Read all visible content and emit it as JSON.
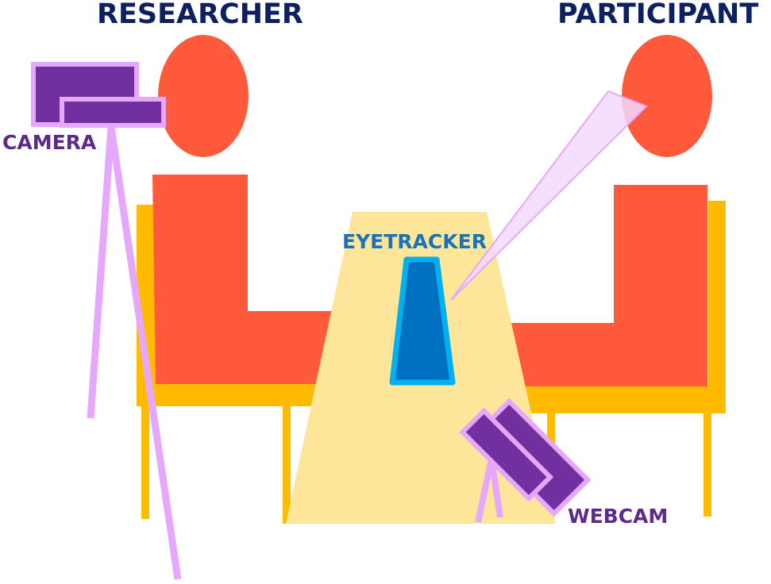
{
  "labels": {
    "researcher": "RESEARCHER",
    "participant": "PARTICIPANT",
    "camera": "CAMERA",
    "eyetracker": "EYETRACKER",
    "webcam": "WEBCAM"
  },
  "colors": {
    "person": "#ff5a3c",
    "chair": "#ffbb00",
    "table": "#fde59a",
    "device_purple": "#7030a0",
    "device_outline": "#e6a8ff",
    "eyetracker_fill": "#0070c0",
    "eyetracker_outline": "#00b0f0",
    "gaze_cone": "#f3d9ff",
    "title_text": "#0d2060",
    "device_text": "#5b2a8c",
    "eyetracker_text": "#1a73b8"
  }
}
